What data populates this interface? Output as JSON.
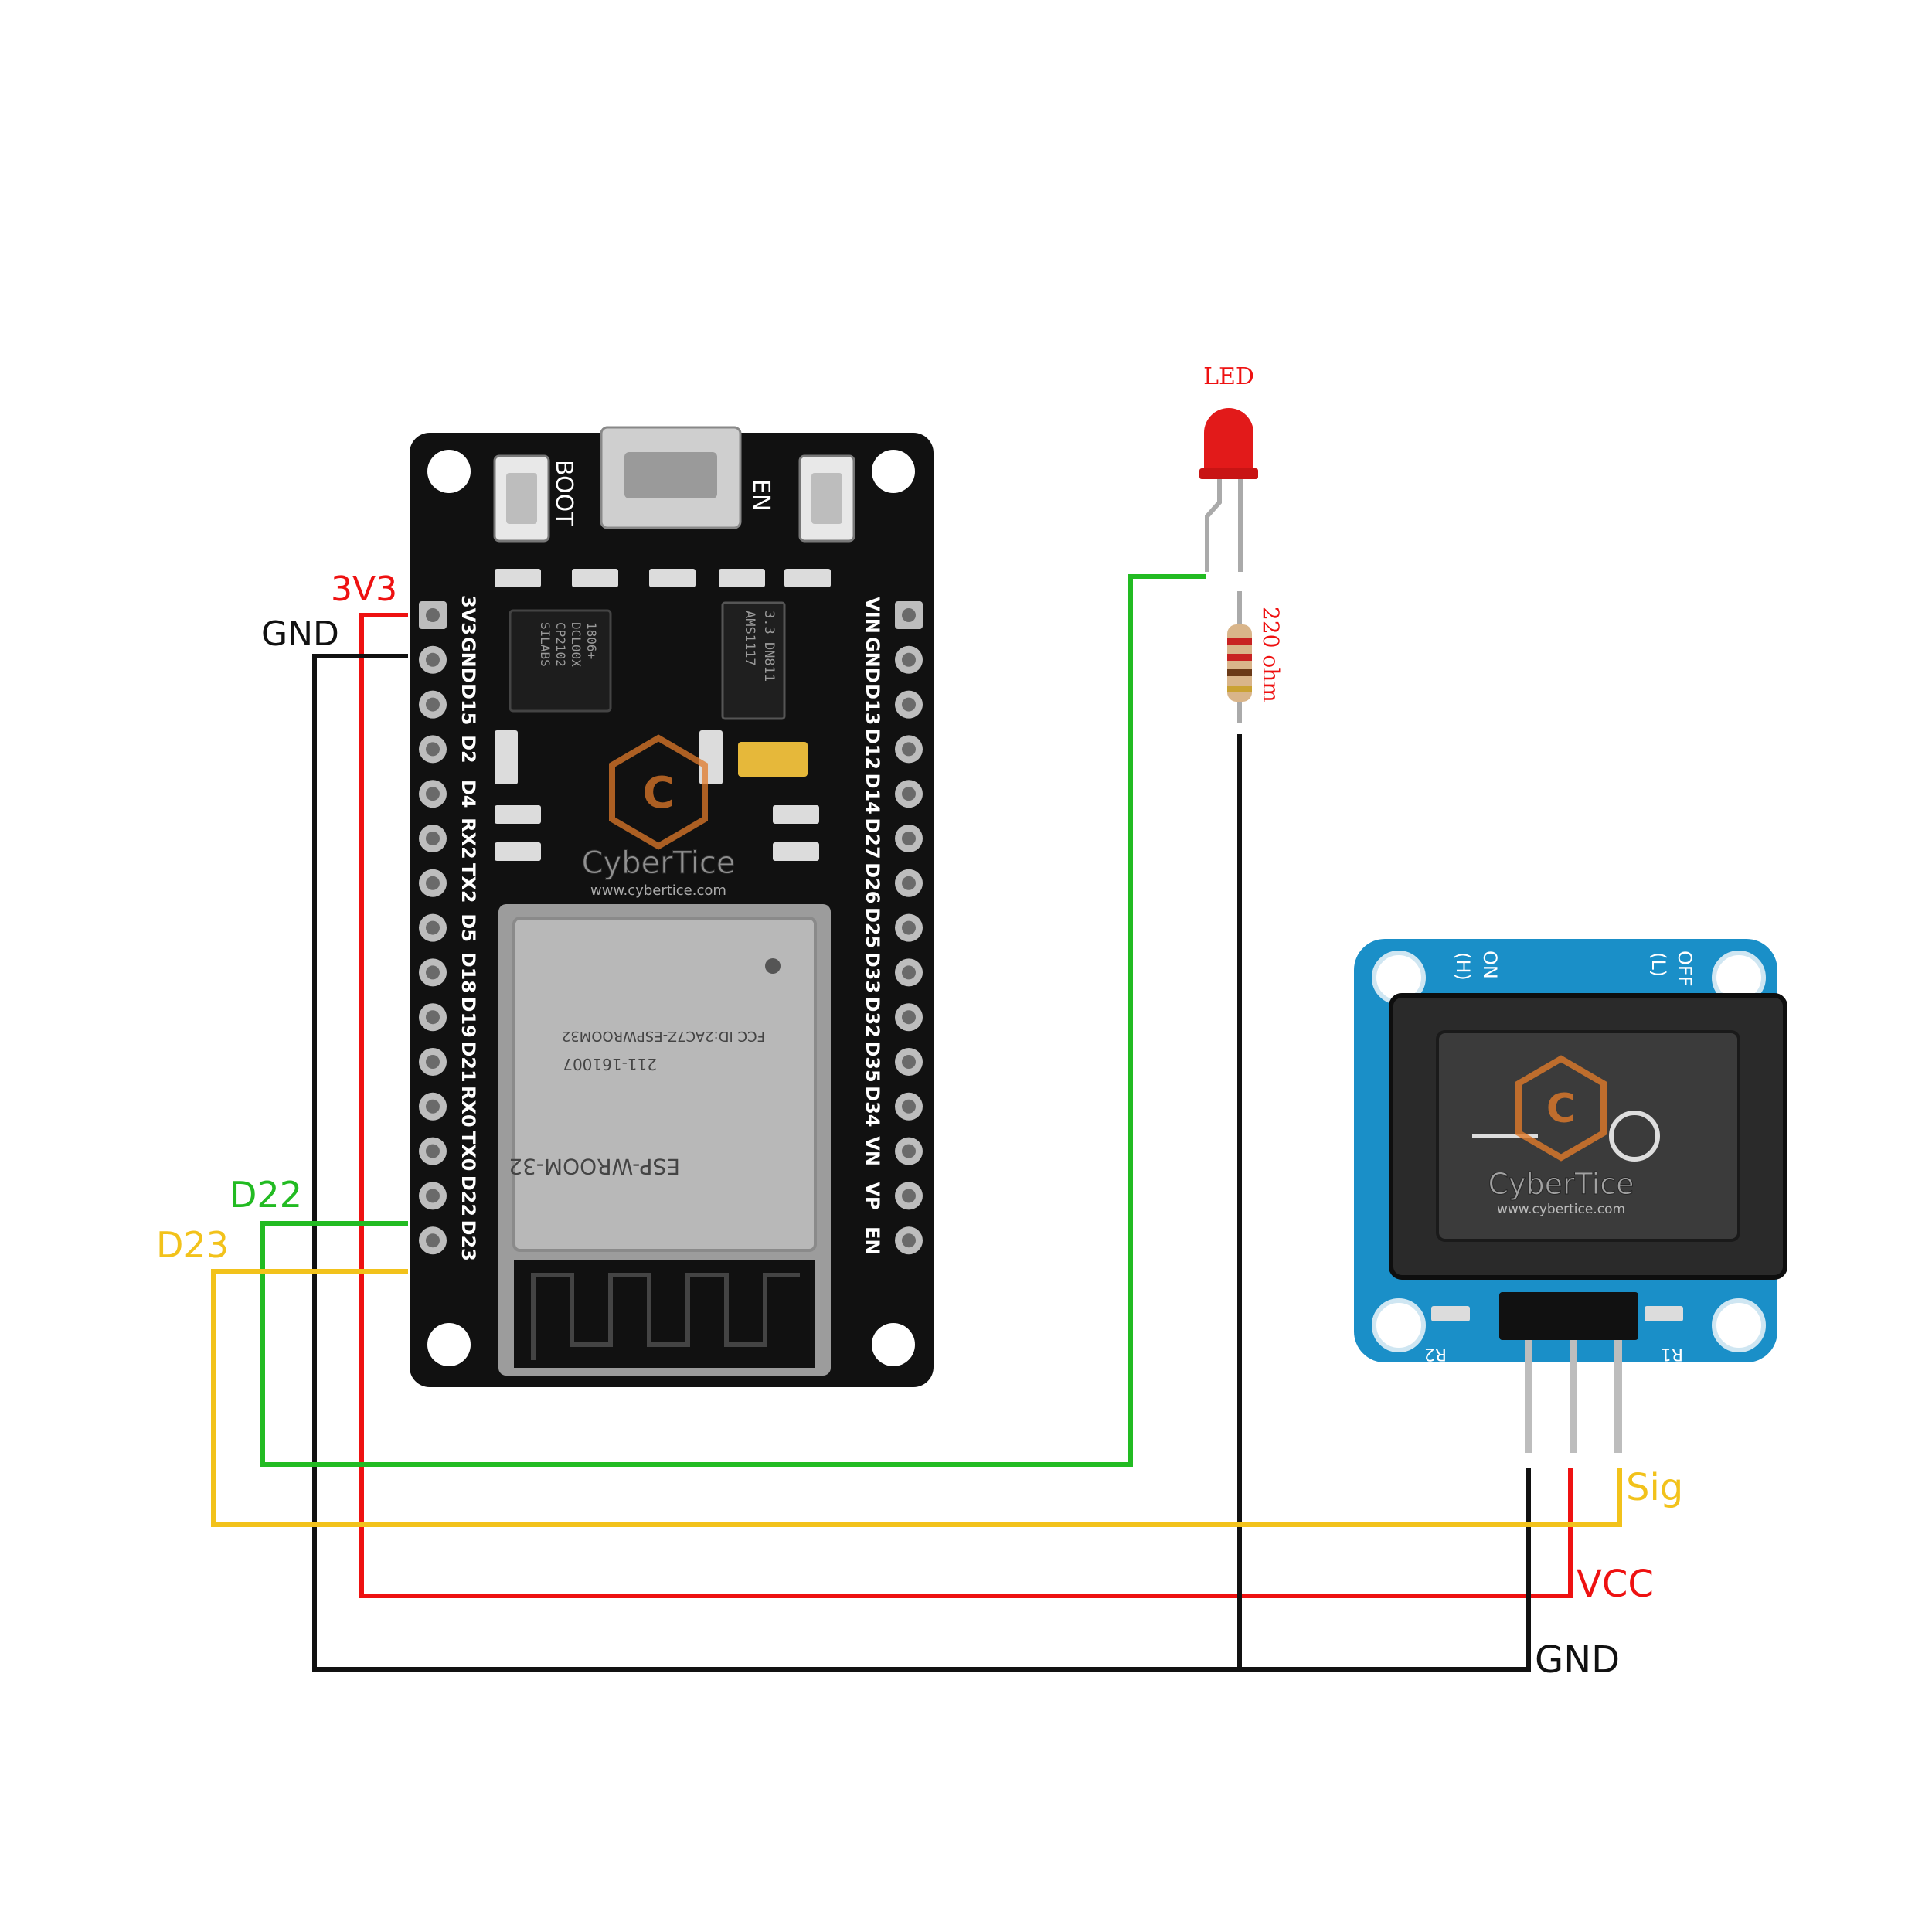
{
  "colors": {
    "red": "#ee1111",
    "black": "#111111",
    "green": "#22bb22",
    "yellow": "#f2c21b",
    "board": "#111111",
    "module_blue": "#1a8fc8",
    "switch_body": "#2a2a2a",
    "watermark": "#e07a2a"
  },
  "wire_labels": {
    "v3v3": "3V3",
    "gnd_left": "GND",
    "d22": "D22",
    "d23": "D23",
    "sig": "Sig",
    "vcc": "VCC",
    "gnd_right": "GND"
  },
  "led": {
    "label": "LED"
  },
  "resistor": {
    "label": "220 ohm"
  },
  "esp32": {
    "boot": "BOOT",
    "en_button": "EN",
    "left_pins": [
      "3V3",
      "GND",
      "D15",
      "D2",
      "D4",
      "RX2",
      "TX2",
      "D5",
      "D18",
      "D19",
      "D21",
      "RX0",
      "TX0",
      "D22",
      "D23"
    ],
    "right_pins": [
      "VIN",
      "GND",
      "D13",
      "D12",
      "D14",
      "D27",
      "D26",
      "D25",
      "D33",
      "D32",
      "D35",
      "D34",
      "VN",
      "VP",
      "EN"
    ],
    "cp_chip": [
      "SILABS",
      "CP2102",
      "DCL00X",
      "1806+"
    ],
    "regulator": [
      "AMS1117",
      "3.3 DN811"
    ],
    "module": [
      "ESP-WROOM-32",
      "211-161007",
      "FCC ID:2AC7Z-ESPWROOM32"
    ],
    "watermark_brand": "CyberTice",
    "watermark_url": "www.cybertice.com"
  },
  "switch_module": {
    "on": "ON",
    "on_sub": "(H)",
    "off": "OFF",
    "off_sub": "(L)",
    "r1": "R1",
    "r2": "R2",
    "watermark_brand": "CyberTice",
    "watermark_url": "www.cybertice.com"
  }
}
